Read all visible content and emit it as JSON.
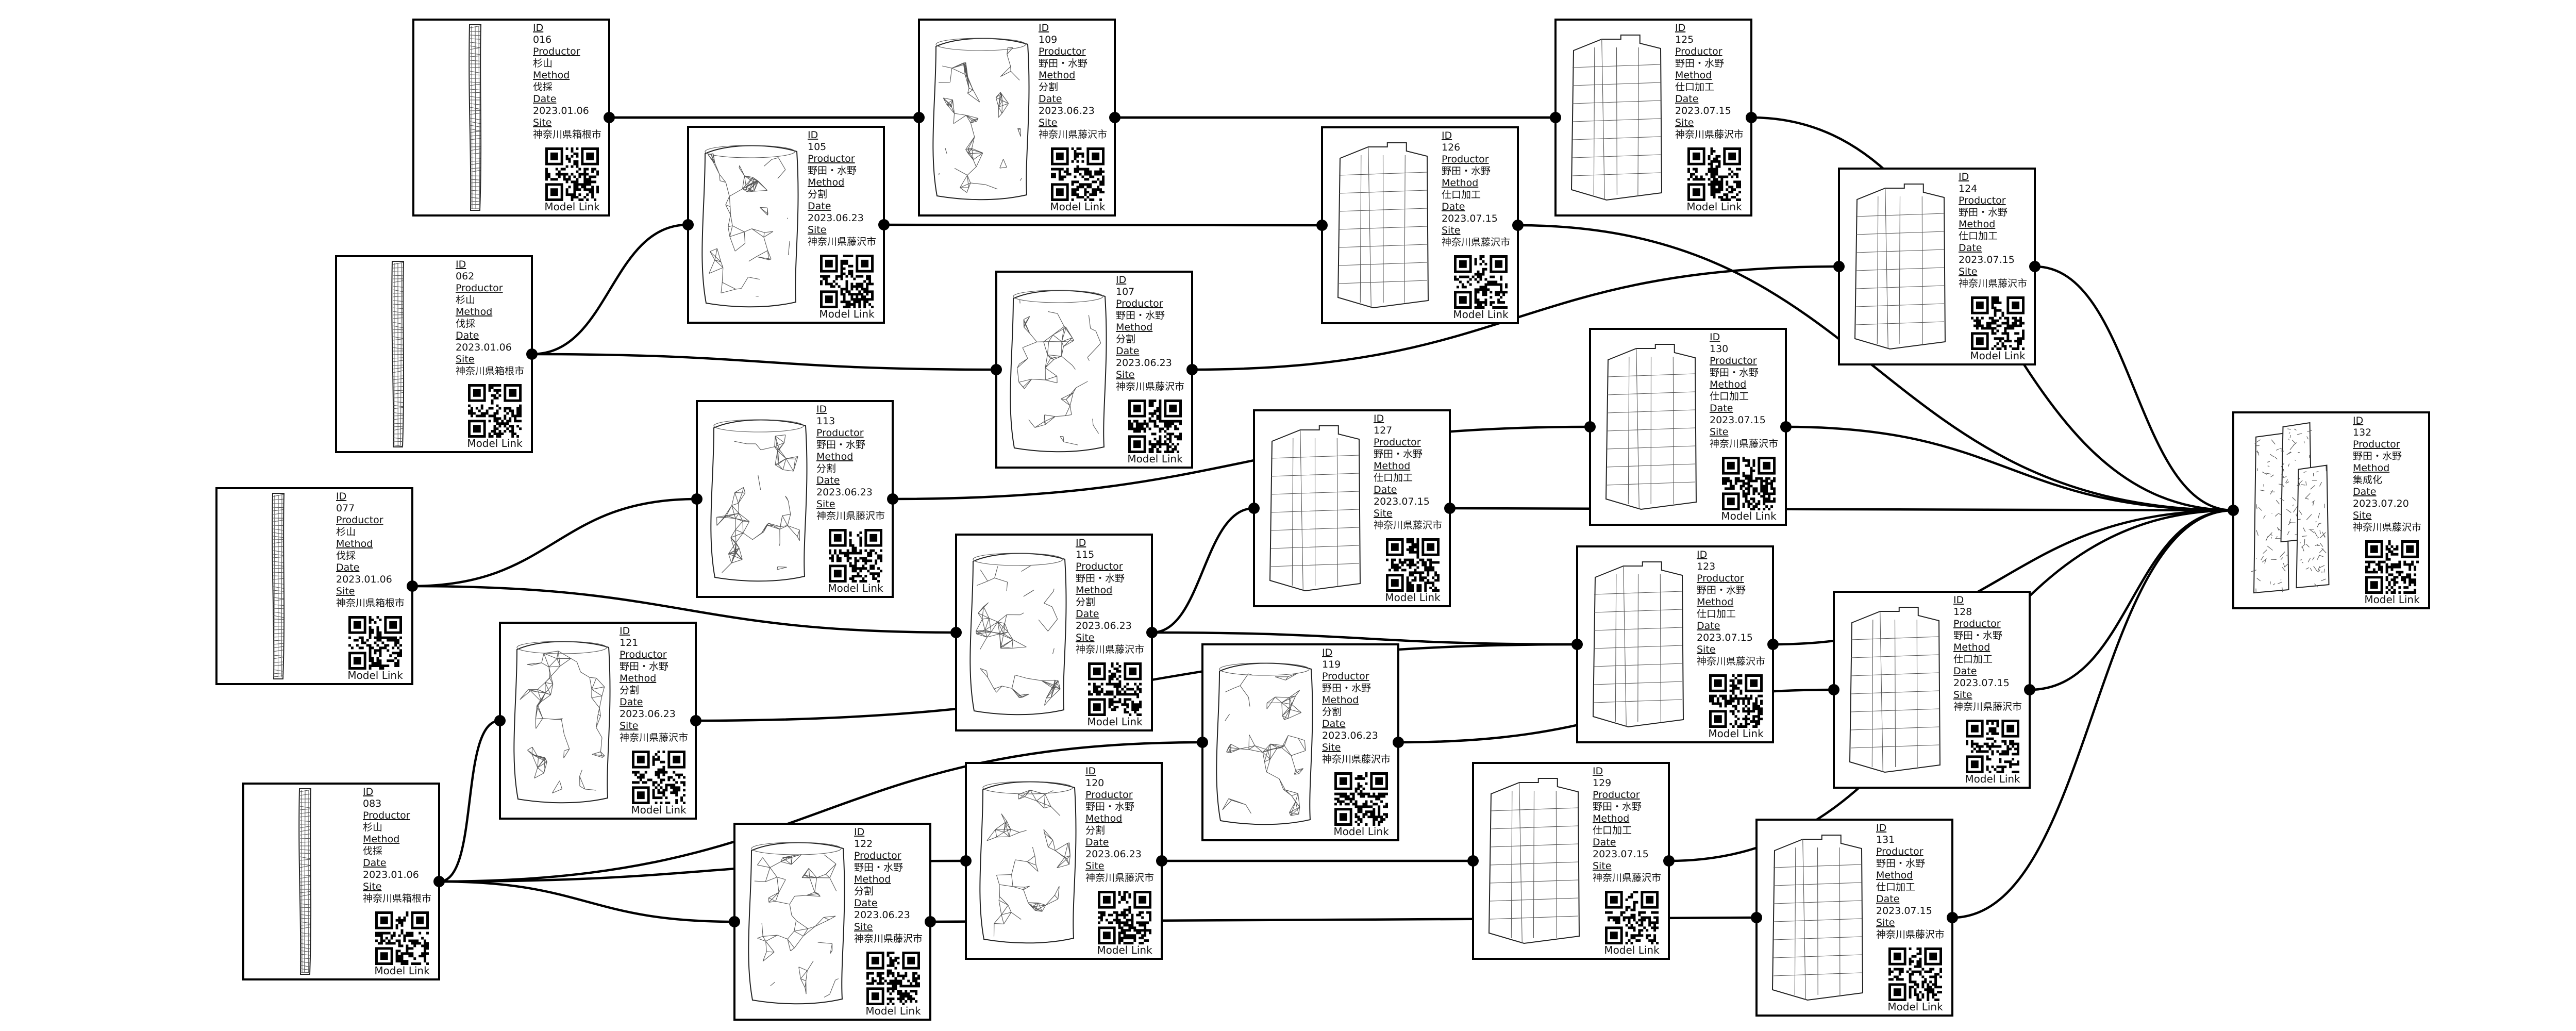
{
  "labels": {
    "id": "ID",
    "productor": "Productor",
    "method": "Method",
    "date": "Date",
    "site": "Site",
    "link": "Model Link"
  },
  "nodes": [
    {
      "id": "016",
      "productor": "杉山",
      "method": "伐採",
      "date": "2023.01.06",
      "site": "神奈川県箱根市",
      "shape": "log"
    },
    {
      "id": "062",
      "productor": "杉山",
      "method": "伐採",
      "date": "2023.01.06",
      "site": "神奈川県箱根市",
      "shape": "log"
    },
    {
      "id": "077",
      "productor": "杉山",
      "method": "伐採",
      "date": "2023.01.06",
      "site": "神奈川県箱根市",
      "shape": "log"
    },
    {
      "id": "083",
      "productor": "杉山",
      "method": "伐採",
      "date": "2023.01.06",
      "site": "神奈川県箱根市",
      "shape": "log"
    },
    {
      "id": "105",
      "productor": "野田・水野",
      "method": "分割",
      "date": "2023.06.23",
      "site": "神奈川県藤沢市",
      "shape": "stump"
    },
    {
      "id": "109",
      "productor": "野田・水野",
      "method": "分割",
      "date": "2023.06.23",
      "site": "神奈川県藤沢市",
      "shape": "stump"
    },
    {
      "id": "107",
      "productor": "野田・水野",
      "method": "分割",
      "date": "2023.06.23",
      "site": "神奈川県藤沢市",
      "shape": "stump"
    },
    {
      "id": "113",
      "productor": "野田・水野",
      "method": "分割",
      "date": "2023.06.23",
      "site": "神奈川県藤沢市",
      "shape": "stump"
    },
    {
      "id": "115",
      "productor": "野田・水野",
      "method": "分割",
      "date": "2023.06.23",
      "site": "神奈川県藤沢市",
      "shape": "stump"
    },
    {
      "id": "121",
      "productor": "野田・水野",
      "method": "分割",
      "date": "2023.06.23",
      "site": "神奈川県藤沢市",
      "shape": "stump"
    },
    {
      "id": "122",
      "productor": "野田・水野",
      "method": "分割",
      "date": "2023.06.23",
      "site": "神奈川県藤沢市",
      "shape": "stump"
    },
    {
      "id": "120",
      "productor": "野田・水野",
      "method": "分割",
      "date": "2023.06.23",
      "site": "神奈川県藤沢市",
      "shape": "stump"
    },
    {
      "id": "119",
      "productor": "野田・水野",
      "method": "分割",
      "date": "2023.06.23",
      "site": "神奈川県藤沢市",
      "shape": "stump"
    },
    {
      "id": "125",
      "productor": "野田・水野",
      "method": "仕口加工",
      "date": "2023.07.15",
      "site": "神奈川県藤沢市",
      "shape": "block"
    },
    {
      "id": "126",
      "productor": "野田・水野",
      "method": "仕口加工",
      "date": "2023.07.15",
      "site": "神奈川県藤沢市",
      "shape": "block"
    },
    {
      "id": "127",
      "productor": "野田・水野",
      "method": "仕口加工",
      "date": "2023.07.15",
      "site": "神奈川県藤沢市",
      "shape": "block"
    },
    {
      "id": "130",
      "productor": "野田・水野",
      "method": "仕口加工",
      "date": "2023.07.15",
      "site": "神奈川県藤沢市",
      "shape": "block"
    },
    {
      "id": "123",
      "productor": "野田・水野",
      "method": "仕口加工",
      "date": "2023.07.15",
      "site": "神奈川県藤沢市",
      "shape": "block"
    },
    {
      "id": "129",
      "productor": "野田・水野",
      "method": "仕口加工",
      "date": "2023.07.15",
      "site": "神奈川県藤沢市",
      "shape": "block"
    },
    {
      "id": "124",
      "productor": "野田・水野",
      "method": "仕口加工",
      "date": "2023.07.15",
      "site": "神奈川県藤沢市",
      "shape": "block"
    },
    {
      "id": "128",
      "productor": "野田・水野",
      "method": "仕口加工",
      "date": "2023.07.15",
      "site": "神奈川県藤沢市",
      "shape": "block"
    },
    {
      "id": "131",
      "productor": "野田・水野",
      "method": "仕口加工",
      "date": "2023.07.15",
      "site": "神奈川県藤沢市",
      "shape": "block"
    },
    {
      "id": "132",
      "productor": "野田・水野",
      "method": "集成化",
      "date": "2023.07.20",
      "site": "神奈川県藤沢市",
      "shape": "assembly"
    }
  ],
  "edges": [
    [
      "016",
      "109"
    ],
    [
      "016",
      "125"
    ],
    [
      "062",
      "105"
    ],
    [
      "062",
      "107"
    ],
    [
      "105",
      "126"
    ],
    [
      "109",
      "125"
    ],
    [
      "107",
      "124"
    ],
    [
      "077",
      "113"
    ],
    [
      "077",
      "115"
    ],
    [
      "083",
      "121"
    ],
    [
      "083",
      "122"
    ],
    [
      "083",
      "119"
    ],
    [
      "083",
      "120"
    ],
    [
      "113",
      "130"
    ],
    [
      "115",
      "127"
    ],
    [
      "115",
      "123"
    ],
    [
      "121",
      "123"
    ],
    [
      "122",
      "131"
    ],
    [
      "120",
      "129"
    ],
    [
      "119",
      "128"
    ],
    [
      "127",
      "132"
    ],
    [
      "130",
      "132"
    ],
    [
      "123",
      "132"
    ],
    [
      "129",
      "132"
    ],
    [
      "125",
      "132"
    ],
    [
      "126",
      "132"
    ],
    [
      "124",
      "132"
    ],
    [
      "128",
      "132"
    ],
    [
      "131",
      "132"
    ]
  ]
}
